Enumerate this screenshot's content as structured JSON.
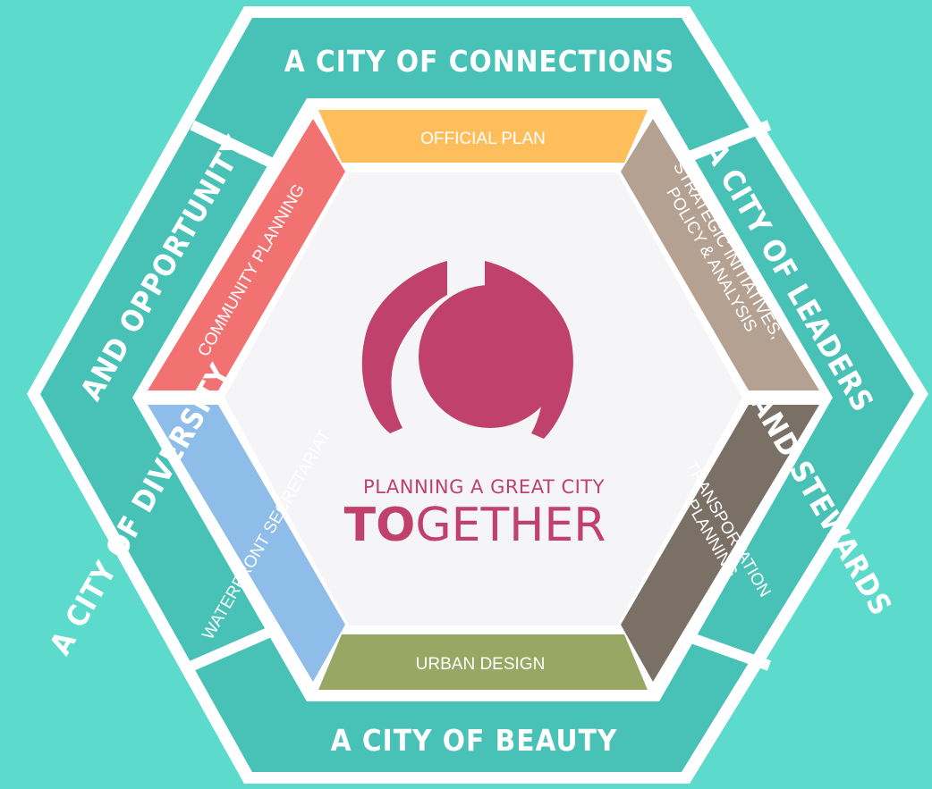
{
  "outer_ring": {
    "top": "A CITY OF CONNECTIONS",
    "right_line1": "A CITY OF LEADERS",
    "right_line2": "AND STEWARDS",
    "bottom": "A CITY OF BEAUTY",
    "left_line1": "A CITY OF DIVERSITY",
    "left_line2": "AND OPPORTUNITY"
  },
  "inner_ring": {
    "top": "OFFICIAL PLAN",
    "top_right_line1": "STRATEGIC INITIATIVES,",
    "top_right_line2": "POLICY & ANALYSIS",
    "bottom_right_line1": "TRANSPORTATION",
    "bottom_right_line2": "PLANNING",
    "bottom": "URBAN DESIGN",
    "bottom_left": "WATERFRONT SECRETARIAT",
    "top_left": "COMMUNITY PLANNING"
  },
  "center": {
    "tagline": "PLANNING A GREAT CITY",
    "word_bold": "TO",
    "word_rest": "GETHER"
  },
  "colors": {
    "background": "#5cdbcc",
    "outer_ring": "#48c2b7",
    "border": "#ffffff",
    "center_fill": "#f5f5f8",
    "brand": "#c0416b",
    "official_plan": "#ffbe5c",
    "strategic": "#b5a191",
    "transportation": "#7a7066",
    "urban_design": "#98a864",
    "waterfront": "#8dbde8",
    "community": "#f27272"
  }
}
